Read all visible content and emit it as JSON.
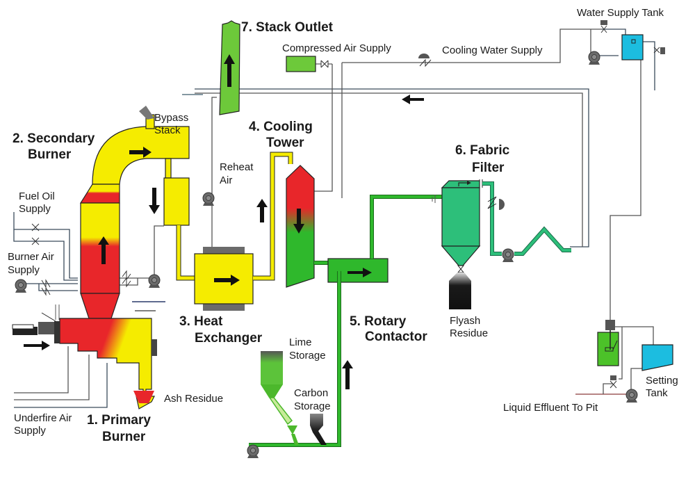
{
  "title": "Incineration Process Flow Diagram",
  "units": [
    {
      "num": "1.",
      "line1": "Primary",
      "line2": "Burner"
    },
    {
      "num": "2.",
      "line1": "Secondary",
      "line2": "Burner"
    },
    {
      "num": "3.",
      "line1": "Heat",
      "line2": "Exchanger"
    },
    {
      "num": "4.",
      "line1": "Cooling",
      "line2": "Tower"
    },
    {
      "num": "5.",
      "line1": "Rotary",
      "line2": "Contactor"
    },
    {
      "num": "6.",
      "line1": "Fabric",
      "line2": "Filter"
    },
    {
      "num": "7.",
      "line1": "Stack Outlet",
      "line2": ""
    }
  ],
  "labels": {
    "bypass_stack": [
      "Bypass",
      "Stack"
    ],
    "fuel_oil_supply": [
      "Fuel Oil",
      "Supply"
    ],
    "burner_air_supply": [
      "Burner Air",
      "Supply"
    ],
    "underfire_air_supply": [
      "Underfire Air",
      "Supply"
    ],
    "ash_residue": "Ash Residue",
    "reheat_air": [
      "Reheat",
      "Air"
    ],
    "compressed_air_supply": "Compressed Air Supply",
    "cooling_water_supply": "Cooling Water Supply",
    "water_supply_tank": "Water Supply Tank",
    "lime_storage": [
      "Lime",
      "Storage"
    ],
    "carbon_storage": [
      "Carbon",
      "Storage"
    ],
    "flyash_residue": [
      "Flyash",
      "Residue"
    ],
    "setting_tank": [
      "Setting",
      "Tank"
    ],
    "liquid_effluent": "Liquid Effluent To Pit"
  },
  "colors": {
    "hot": "#e8262a",
    "warm": "#f5ec00",
    "cool_green": "#2fb82c",
    "stack_green": "#6dc93a",
    "filter_green": "#2dbf7a",
    "water_blue": "#1cbde0",
    "equipment_gray": "#6b6b6b"
  }
}
